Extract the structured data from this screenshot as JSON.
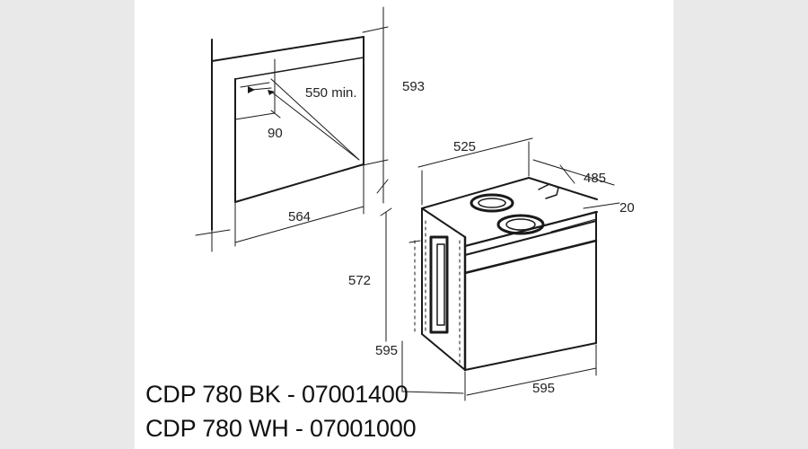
{
  "colors": {
    "background": "#ffffff",
    "side_panels": "#e9e9e9",
    "line": "#1a1a1a",
    "text": "#222222"
  },
  "niche": {
    "labels": {
      "depth_min": "550 min.",
      "height": "593",
      "inset": "90",
      "width": "564"
    }
  },
  "oven": {
    "labels": {
      "width_top": "525",
      "depth": "485",
      "door": "20",
      "inner_height": "572",
      "height": "595",
      "width_front": "595"
    }
  },
  "models": [
    "CDP 780 BK - 07001400",
    "CDP 780 WH - 07001000"
  ]
}
